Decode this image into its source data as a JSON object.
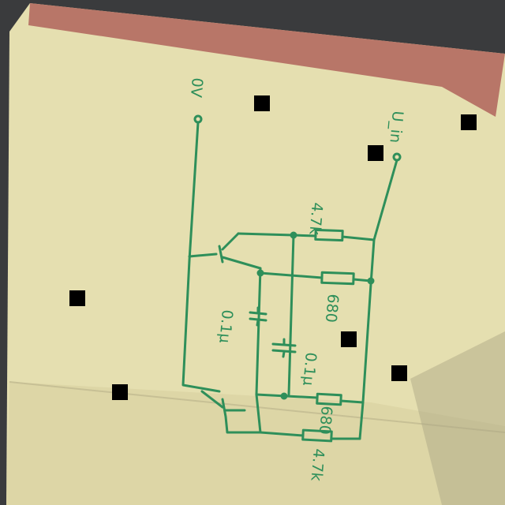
{
  "diagram": {
    "terminals": {
      "ground": "0V",
      "input": "U_in"
    },
    "components": {
      "r_top_1": "4.7k",
      "r_mid": "680",
      "c_left": "0.1μ",
      "c_right": "0.1μ",
      "r_bottom_1": "680",
      "r_bottom_2": "4.7k"
    }
  },
  "colors": {
    "ink": "#2e8f5a",
    "paper": "#e3dcae",
    "paper_top": "#b9776a",
    "background": "#3a3b3d"
  }
}
